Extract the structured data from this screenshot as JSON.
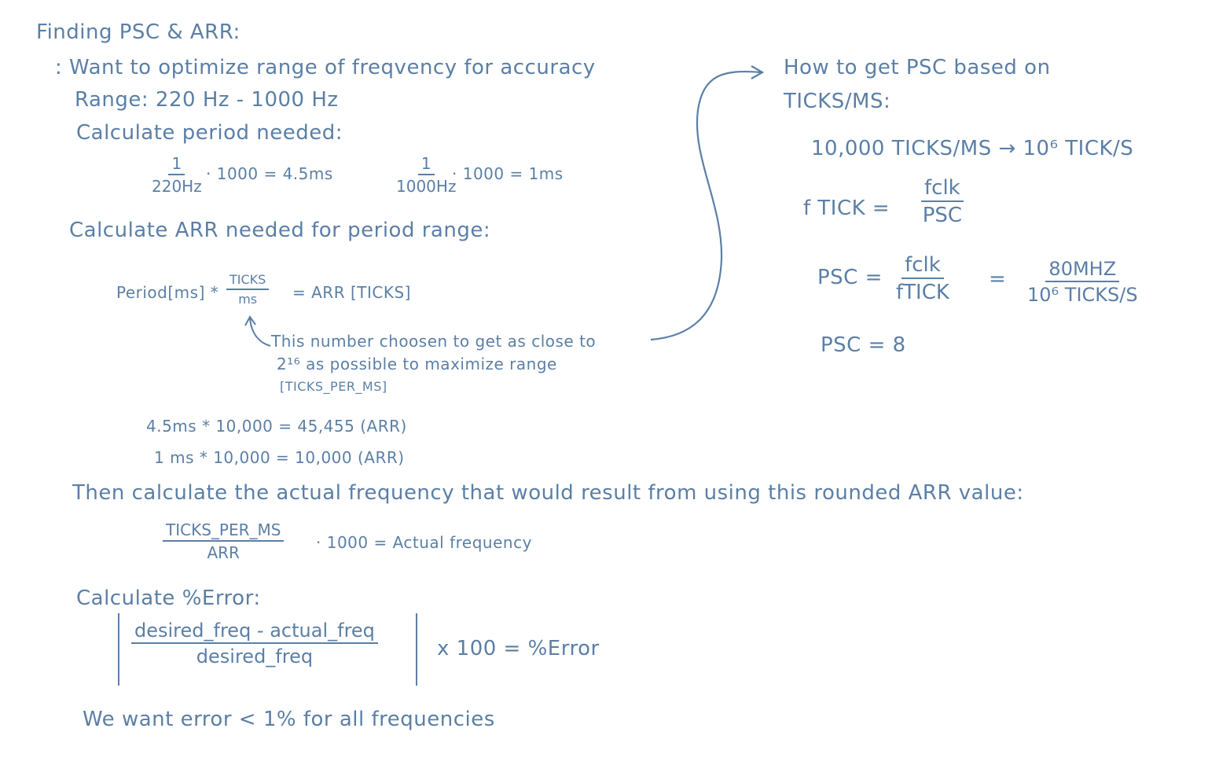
{
  "title": "Finding PSC & ARR:",
  "intro": ": Want to optimize range of freqvency for accuracy",
  "range": "Range: 220 Hz - 1000 Hz",
  "calc_period": "Calculate period needed:",
  "period1": {
    "num": "1",
    "den": "220Hz",
    "rest": "· 1000 = 4.5ms"
  },
  "period2": {
    "num": "1",
    "den": "1000Hz",
    "rest": "· 1000 = 1ms"
  },
  "calc_arr": "Calculate ARR needed for period range:",
  "arr_formula": {
    "left": "Period[ms] *",
    "num": "TICKS",
    "den": "ms",
    "right": "= ARR [TICKS]"
  },
  "note_lines": [
    "This number choosen to get as close to",
    "2¹⁶ as possible to maximize range",
    "[TICKS_PER_MS]"
  ],
  "arr_calc": [
    "4.5ms * 10,000 = 45,455 (ARR)",
    "1 ms * 10,000 = 10,000 (ARR)"
  ],
  "then_calc": "Then calculate the actual frequency that would result from using this rounded ARR value:",
  "actual_formula": {
    "num": "TICKS_PER_MS",
    "den": "ARR",
    "right": "· 1000 = Actual frequency"
  },
  "calc_error": "Calculate %Error:",
  "error_formula": {
    "num": "desired_freq - actual_freq",
    "den": "desired_freq",
    "right": "x 100 = %Error"
  },
  "want_error": "We want error < 1% for all frequencies",
  "psc": {
    "heading1": "How to get PSC based on",
    "heading2": "TICKS/MS:",
    "ticks_conv": "10,000 TICKS/MS → 10⁶ TICK/S",
    "ftick_label": "f TICK =",
    "ftick_num": "fclk",
    "ftick_den": "PSC",
    "psc_label": "PSC =",
    "psc_num": "fclk",
    "psc_den": "fTICK",
    "eq": "=",
    "psc_num2": "80MHZ",
    "psc_den2": "10⁶ TICKS/S",
    "result": "PSC = 8"
  }
}
